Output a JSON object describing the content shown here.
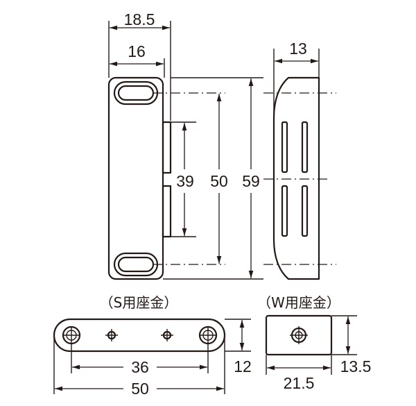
{
  "front_view": {
    "dim_total_width": "18.5",
    "dim_body_width": "16",
    "dim_inner": "39",
    "dim_pitch": "50",
    "dim_height": "59"
  },
  "side_view": {
    "dim_depth": "13"
  },
  "s_plate": {
    "caption": "（S用座金）",
    "dim_pitch": "36",
    "dim_length": "50",
    "dim_height": "12"
  },
  "w_plate": {
    "caption": "（W用座金）",
    "dim_width": "21.5",
    "dim_height": "13.5"
  }
}
